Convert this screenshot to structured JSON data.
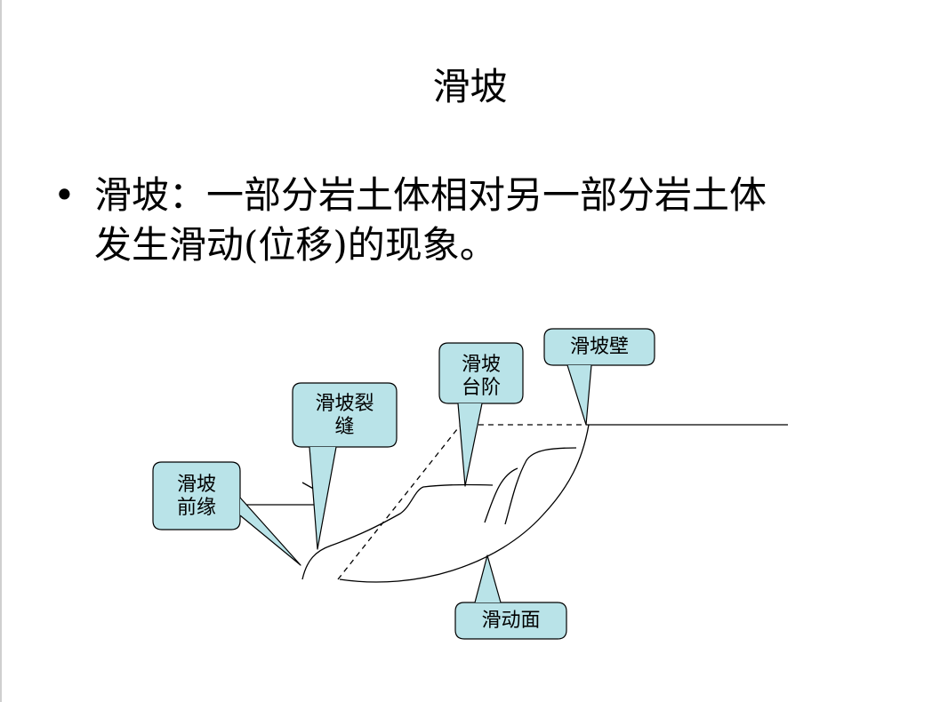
{
  "slide": {
    "title": "滑坡",
    "bullet_marker": "•",
    "bullet_line1": "滑坡：一部分岩土体相对另一部分岩土体",
    "bullet_line2": "发生滑动(位移)的现象。"
  },
  "diagram": {
    "callouts": {
      "front_edge_line1": "滑坡",
      "front_edge_line2": "前缘",
      "crack_line1": "滑坡裂",
      "crack_line2": "缝",
      "terrace_line1": "滑坡",
      "terrace_line2": "台阶",
      "wall": "滑坡壁",
      "sliding_surface": "滑动面"
    },
    "colors": {
      "callout_fill": "#b9e3e8",
      "line": "#000000"
    }
  }
}
